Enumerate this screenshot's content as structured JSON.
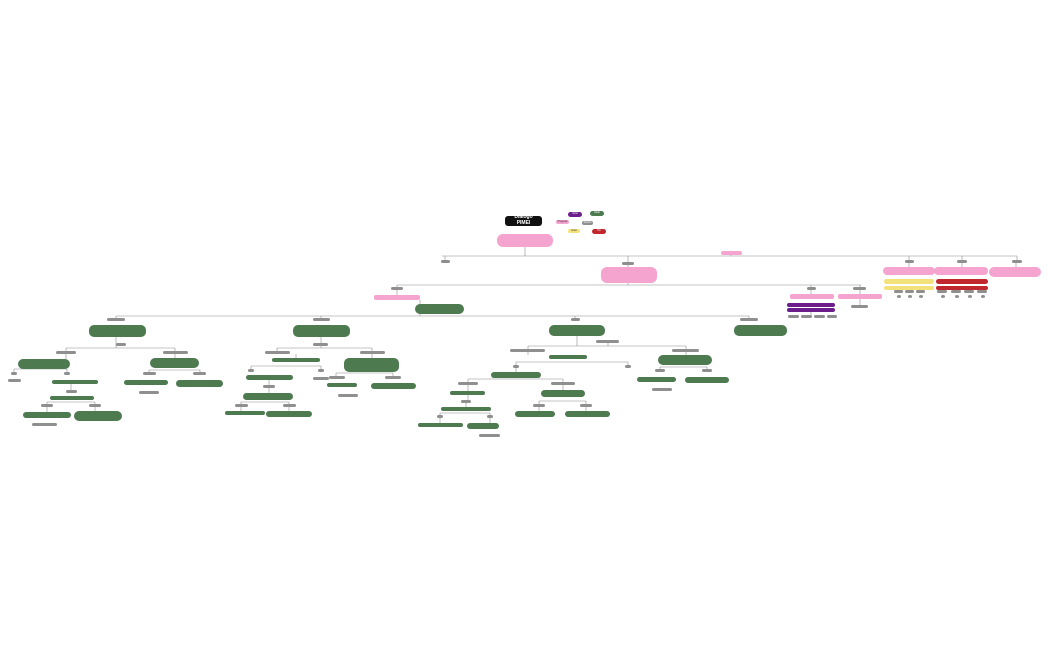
{
  "diagram": {
    "title": "Diálogo PIMEI",
    "colors": {
      "line": "#8a8a8a",
      "green": "#4d7a4f",
      "gray": "#8f8f8f",
      "pink": "#f5a3cf",
      "purple": "#6b1d8c",
      "yellow": "#f3e27a",
      "red": "#c0282d",
      "title": "#111111"
    },
    "legend": [
      {
        "label": "Inicio",
        "color": "purple"
      },
      {
        "label": "Nodo",
        "color": "green"
      },
      {
        "label": "Pregunta",
        "color": "pink"
      },
      {
        "label": "Opción",
        "color": "gray"
      },
      {
        "label": "Aviso",
        "color": "yellow"
      },
      {
        "label": "Fin",
        "color": "red"
      }
    ]
  }
}
